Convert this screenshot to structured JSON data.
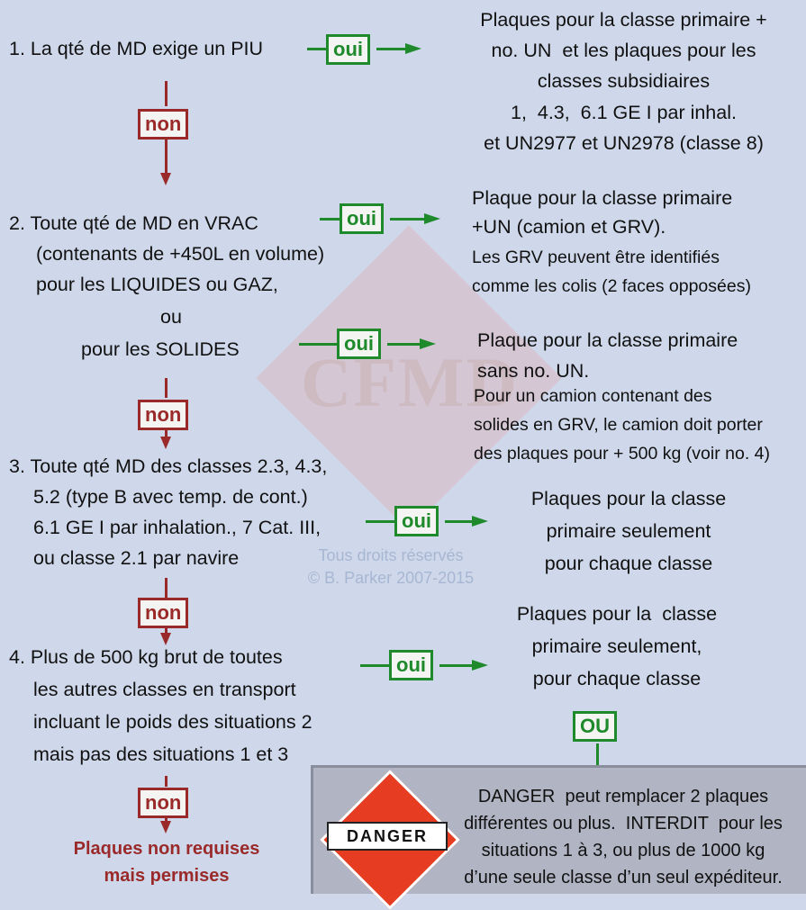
{
  "watermark": {
    "logo": "CFMD"
  },
  "copyright": {
    "line1": "Tous droits réservés",
    "line2": "© B. Parker 2007-2015"
  },
  "labels": {
    "oui": "oui",
    "non": "non",
    "ou": "OU"
  },
  "step1": {
    "question": "1. La qté de MD exige un PIU",
    "result": [
      "Plaques pour la classe primaire +",
      "no. UN  et les plaques pour les",
      "classes subsidiaires",
      "1,  4.3,  6.1 GE I par inhal.",
      "et UN2977 et UN2978 (classe 8)"
    ]
  },
  "step2": {
    "question": [
      "2. Toute qté de MD en VRAC",
      "(contenants de +450L en volume)",
      "pour les LIQUIDES ou GAZ,",
      "ou",
      "pour les SOLIDES"
    ],
    "result_a": [
      "Plaque pour la classe primaire",
      "+UN (camion et GRV).",
      "Les GRV peuvent être identifiés",
      "comme les colis (2 faces opposées)"
    ],
    "result_b": [
      "Plaque pour la classe primaire",
      "sans no. UN.",
      "Pour un camion contenant des",
      "solides en GRV, le camion doit porter",
      "des plaques pour + 500 kg (voir no. 4)"
    ]
  },
  "step3": {
    "question": [
      "3. Toute qté MD des classes 2.3, 4.3,",
      "5.2 (type B avec temp. de cont.)",
      "6.1 GE I par inhalation., 7 Cat. III,",
      "ou classe 2.1 par navire"
    ],
    "result": [
      "Plaques pour la classe",
      "primaire seulement",
      "pour chaque classe"
    ]
  },
  "step4": {
    "question": [
      "4. Plus de 500 kg brut de toutes",
      "les autres classes en transport",
      "incluant le poids des situations 2",
      "mais pas des situations 1 et 3"
    ],
    "result": [
      "Plaques pour la  classe",
      "primaire seulement,",
      "pour chaque classe"
    ]
  },
  "final": {
    "line1": "Plaques non requises",
    "line2": "mais permises"
  },
  "danger": {
    "label": "DANGER",
    "text": [
      "DANGER  peut remplacer 2 plaques",
      "différentes ou plus.  INTERDIT  pour les",
      "situations 1 à 3, ou plus de 1000 kg",
      "d’une seule classe d’un seul expéditeur."
    ]
  }
}
